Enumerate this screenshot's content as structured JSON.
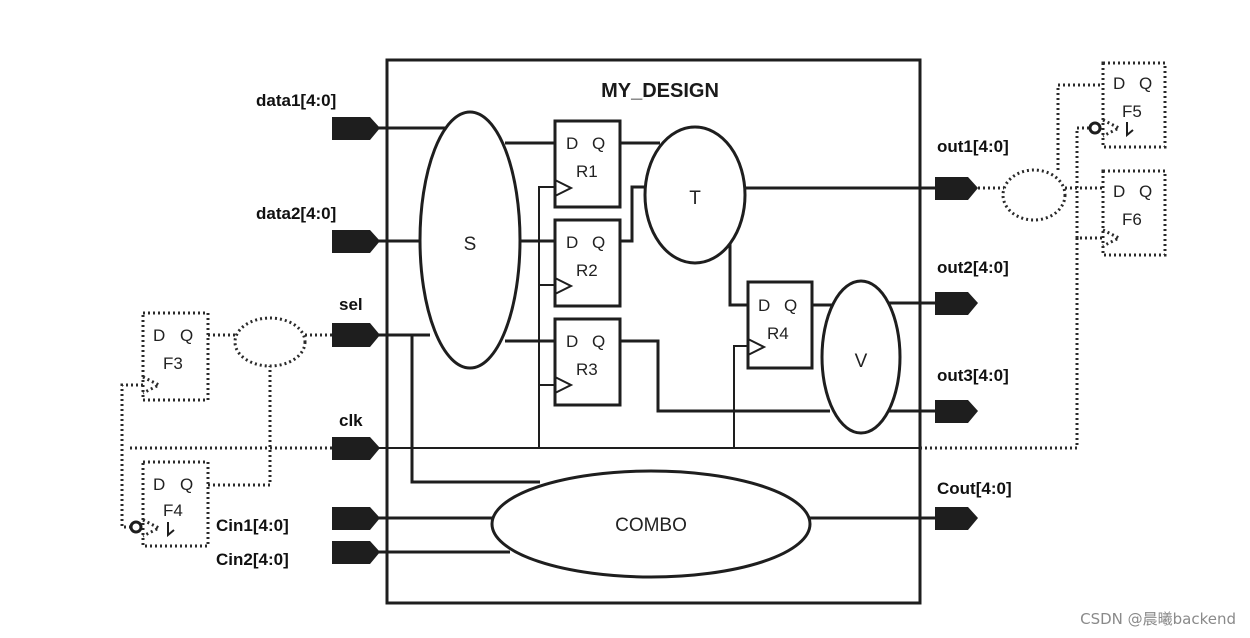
{
  "design": {
    "title": "MY_DESIGN"
  },
  "inputs": {
    "data1": "data1[4:0]",
    "data2": "data2[4:0]",
    "sel": "sel",
    "clk": "clk",
    "cin1": "Cin1[4:0]",
    "cin2": "Cin2[4:0]"
  },
  "outputs": {
    "out1": "out1[4:0]",
    "out2": "out2[4:0]",
    "out3": "out3[4:0]",
    "cout": "Cout[4:0]"
  },
  "logic": {
    "s": "S",
    "t": "T",
    "v": "V",
    "combo": "COMBO"
  },
  "registers": {
    "d_label": "D",
    "q_label": "Q",
    "r1": "R1",
    "r2": "R2",
    "r3": "R3",
    "r4": "R4",
    "f3": "F3",
    "f4": "F4",
    "f5": "F5",
    "f6": "F6"
  },
  "watermark": "CSDN @晨曦backend"
}
